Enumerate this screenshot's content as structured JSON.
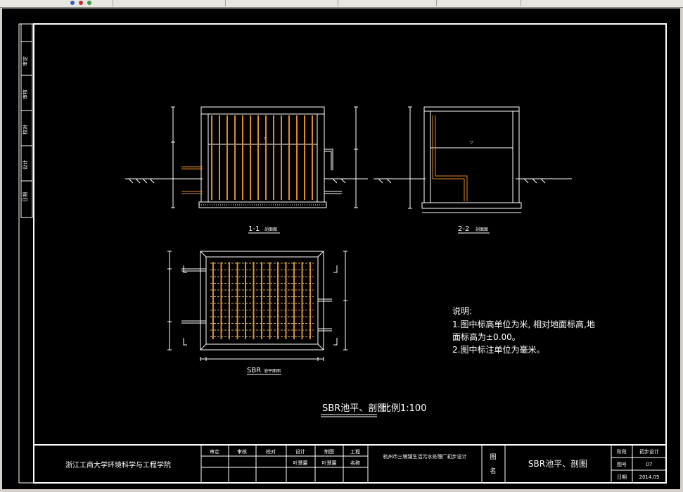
{
  "window": {
    "accent": "#d4d0c8"
  },
  "drawing": {
    "background": "#000000",
    "line_color": "#ffffff",
    "rebar_color": "#e08a2a",
    "pipe_color": "#e08a2a",
    "section_1": {
      "title": "1-1",
      "title_suffix": "剖面图"
    },
    "section_2": {
      "title": "2-2",
      "title_suffix": "剖面图"
    },
    "plan": {
      "title": "SBR",
      "title_suffix": "池平面图"
    },
    "main_title": "SBR池平、剖图",
    "scale": "比例1:100",
    "notes": {
      "heading": "说明:",
      "line1": "1.图中标高单位为米, 相对地面标高,地",
      "line2": "面标高为±0.00。",
      "line3": "2.图中标注单位为毫米。"
    },
    "left_strip": [
      "审定",
      "审核",
      "校对",
      "设计",
      "日期"
    ],
    "title_block": {
      "school": "浙江工商大学环境科学与工程学院",
      "row1": [
        "审定",
        "审核",
        "校对",
        "设计",
        "制图",
        "工程"
      ],
      "row2_design": "叶慧蕾",
      "row2_draw": "叶慧蕾",
      "row2_name": "名称",
      "project": "杭州市三墩镇生活污水处理厂初步设计",
      "figure_label_top": "图",
      "figure_label_bottom": "名",
      "figure_name": "SBR池平、剖图",
      "meta": [
        {
          "k": "阶段",
          "v": "初步设计"
        },
        {
          "k": "图号",
          "v": "07"
        },
        {
          "k": "日期",
          "v": "2014.05"
        }
      ]
    }
  }
}
